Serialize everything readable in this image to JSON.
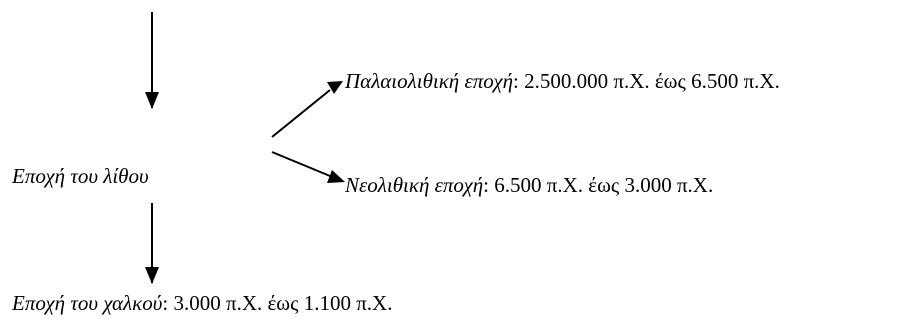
{
  "diagram": {
    "stone_age": {
      "label": "Εποχή του λίθου"
    },
    "paleolithic": {
      "term": "Παλαιολιθική εποχή",
      "separator": ":",
      "period": " 2.500.000 π.Χ. έως 6.500 π.Χ."
    },
    "neolithic": {
      "term": "Νεολιθική εποχή",
      "separator": ":",
      "period": " 6.500 π.Χ. έως 3.000 π.Χ."
    },
    "bronze_age": {
      "term": "Εποχή του χαλκού",
      "separator": ":",
      "period": " 3.000 π.Χ. έως 1.100 π.Χ."
    },
    "arrow_color": "#000000"
  }
}
